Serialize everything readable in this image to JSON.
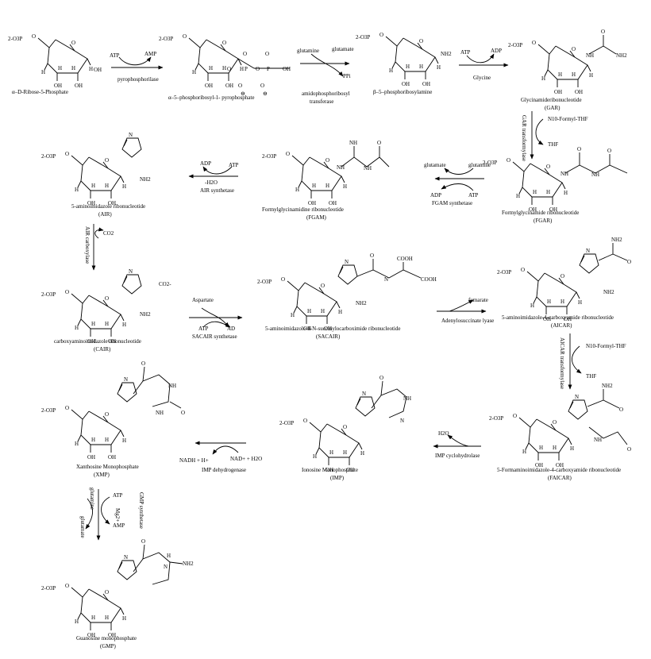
{
  "compounds": [
    {
      "id": "r5p",
      "name": "α–D-Ribose-5-Phosphate",
      "abbr": ""
    },
    {
      "id": "prpp",
      "name": "α–5–phosphoribosyl-1- pyrophosphate",
      "abbr": ""
    },
    {
      "id": "pra",
      "name": "β–5–phosphoribosylamine",
      "abbr": ""
    },
    {
      "id": "gar",
      "name": "Glycinamideribonucleotide",
      "abbr": "(GAR)"
    },
    {
      "id": "fgar",
      "name": "Formylglycinamide ribonucleotide",
      "abbr": "(FGAR)"
    },
    {
      "id": "fgam",
      "name": "Formylglycinamidine ribonucleotide",
      "abbr": "(FGAM)"
    },
    {
      "id": "air",
      "name": "5-aminoimidazole ribonucleotide",
      "abbr": "(AIR)"
    },
    {
      "id": "cair",
      "name": "carboxyaminoimidazole ribonucleotide",
      "abbr": "(CAIR)"
    },
    {
      "id": "saicar",
      "name": "5-aminoimidazole-4-N-succinylocarboximide ribonucleotide",
      "abbr": "(SACAIR)"
    },
    {
      "id": "aicar",
      "name": "5-aminoimidazole-4-carboxyamide ribonucleotide",
      "abbr": "(AICAR)"
    },
    {
      "id": "faicar",
      "name": "5-Formaminoimidazole-4-carboxyamide ribonucleotide",
      "abbr": "(FAICAR)"
    },
    {
      "id": "imp",
      "name": "Ionosine Monophosphate",
      "abbr": "(IMP)"
    },
    {
      "id": "xmp",
      "name": "Xanthosine Monophosphate",
      "abbr": "(XMP)"
    },
    {
      "id": "gmp",
      "name": "Guanosine monophosphate",
      "abbr": "(GMP)"
    }
  ],
  "reactions": [
    {
      "id": "r1",
      "enzyme": "pyrophosphorilase",
      "enzyme2": "",
      "in": "ATP",
      "out": "AMP"
    },
    {
      "id": "r2",
      "enzyme": "amidophosphoribosyl",
      "enzyme2": "transferase",
      "in": "glutamine",
      "out": "glutamate",
      "out2": "PPi"
    },
    {
      "id": "r3",
      "enzyme": "Glycine",
      "enzyme2": "",
      "in": "ATP",
      "out": "ADP"
    },
    {
      "id": "r4",
      "enzyme": "GAR transformylase",
      "enzyme2": "",
      "in": "N10-Formyl-THF",
      "out": "THF"
    },
    {
      "id": "r5",
      "enzyme": "FGAM synthetase",
      "enzyme2": "",
      "in": "glutamine",
      "out": "glutamate",
      "in2": "ATP",
      "out2": "ADP"
    },
    {
      "id": "r6",
      "enzyme": "AIR synthetase",
      "enzyme2": "-H2O",
      "in": "ATP",
      "out": "ADP"
    },
    {
      "id": "r7",
      "enzyme": "AIR carboxylase",
      "enzyme2": "",
      "in": "CO2",
      "out": ""
    },
    {
      "id": "r8",
      "enzyme": "SACAIR synthetase",
      "enzyme2": "",
      "in": "Aspartate",
      "in2": "ATP",
      "out": "AD"
    },
    {
      "id": "r9",
      "enzyme": "Adenylosuccinate lyase",
      "enzyme2": "",
      "in": "",
      "out": "fumarate"
    },
    {
      "id": "r10",
      "enzyme": "AICAR transformylase",
      "enzyme2": "",
      "in": "N10-Formyl-THF",
      "out": "THF"
    },
    {
      "id": "r11",
      "enzyme": "IMP cyclohydrolase",
      "enzyme2": "",
      "in": "",
      "out": "H2O"
    },
    {
      "id": "r12",
      "enzyme": "IMP dehydrogenase",
      "enzyme2": "",
      "in": "NAD+ + H2O",
      "out": "NADH + H+"
    },
    {
      "id": "r13",
      "enzyme": "GMP synthetase",
      "enzyme2": "",
      "in": "ATP",
      "out": "AMP",
      "in2": "glutamine",
      "out2": "glutamate",
      "cofactor": "Mg2+"
    }
  ],
  "atoms": {
    "phosphate": "2-O3P",
    "o": "O",
    "oh": "OH",
    "h": "H",
    "nh2": "NH2",
    "n": "N",
    "nh": "NH",
    "p": "P",
    "co2": "CO2-",
    "cooh": "COOH",
    "omin": "⊖"
  }
}
